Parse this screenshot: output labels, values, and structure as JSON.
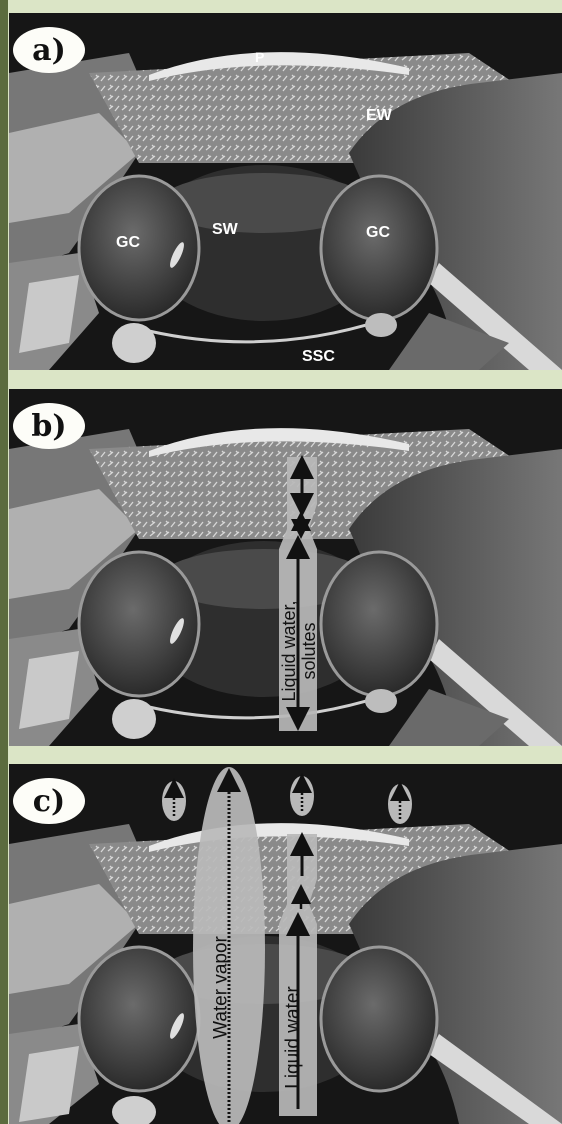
{
  "panels": [
    {
      "id": "a",
      "badge": "a)",
      "labels": {
        "p": "P",
        "ew": "EW",
        "gc_left": "GC",
        "sw": "SW",
        "gc_right": "GC",
        "ssc": "SSC"
      }
    },
    {
      "id": "b",
      "badge": "b)",
      "pathway_label_line1": "Liquid water,",
      "pathway_label_line2": "solutes"
    },
    {
      "id": "c",
      "badge": "c)",
      "vapor_label": "Water vapor",
      "liquid_label": "Liquid water"
    }
  ],
  "colors": {
    "background": "#dbe5c6",
    "left_bar": "#5b6b3e",
    "overlay": "#b9b9b9"
  }
}
